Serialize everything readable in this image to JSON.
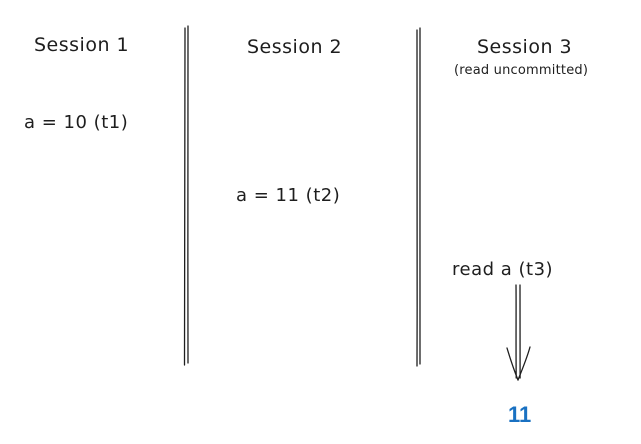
{
  "sessions": [
    {
      "label": "Session 1",
      "note": ""
    },
    {
      "label": "Session 2",
      "note": ""
    },
    {
      "label": "Session 3",
      "note": "(read uncommitted)"
    }
  ],
  "events": {
    "s1_write": "a = 10 (t1)",
    "s2_write": "a = 11 (t2)",
    "s3_read": "read a (t3)"
  },
  "result": {
    "value": "11",
    "color": "#1971c2"
  },
  "colors": {
    "ink": "#1e1e1e",
    "accent": "#1971c2"
  }
}
